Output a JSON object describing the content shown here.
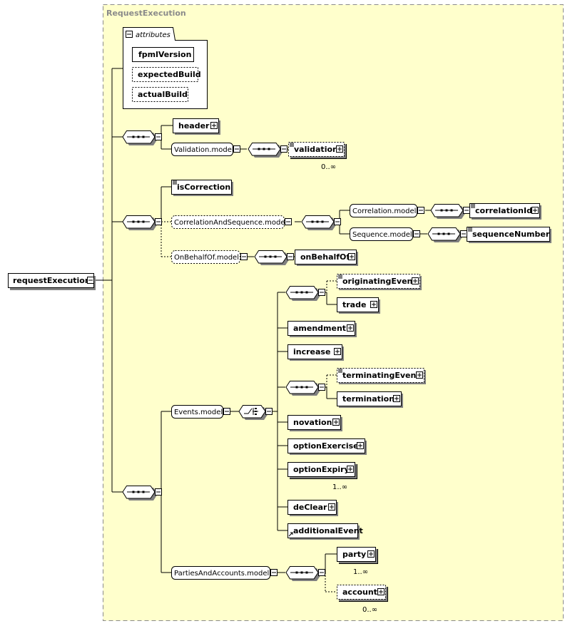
{
  "group": {
    "title": "RequestExecution"
  },
  "root": {
    "label": "requestExecution"
  },
  "attributes": {
    "label": "attributes",
    "items": [
      "fpmlVersion",
      "expectedBuild",
      "actualBuild"
    ]
  },
  "elements": {
    "header": "header",
    "validation_model": "Validation.model",
    "validation": "validation",
    "validation_occ": "0..∞",
    "isCorrection": "isCorrection",
    "correlation_and_sequence_model": "CorrelationAndSequence.model",
    "correlation_model": "Correlation.model",
    "correlationId": "correlationId",
    "sequence_model": "Sequence.model",
    "sequenceNumber": "sequenceNumber",
    "on_behalf_of_model": "OnBehalfOf.model",
    "onBehalfOf": "onBehalfOf",
    "events_model": "Events.model",
    "originatingEvent": "originatingEvent",
    "trade": "trade",
    "amendment": "amendment",
    "increase": "increase",
    "terminatingEvent": "terminatingEvent",
    "termination": "termination",
    "novation": "novation",
    "optionExercise": "optionExercise",
    "optionExpiry": "optionExpiry",
    "optionExpiry_occ": "1..∞",
    "deClear": "deClear",
    "additionalEvent": "additionalEvent",
    "parties_and_accounts_model": "PartiesAndAccounts.model",
    "party": "party",
    "party_occ": "1..∞",
    "account": "account",
    "account_occ": "0..∞"
  },
  "colors": {
    "group_fill": "#ffffcc",
    "group_border": "#8a8a8a",
    "node_fill": "#ffffff",
    "shadow": "#808080"
  }
}
